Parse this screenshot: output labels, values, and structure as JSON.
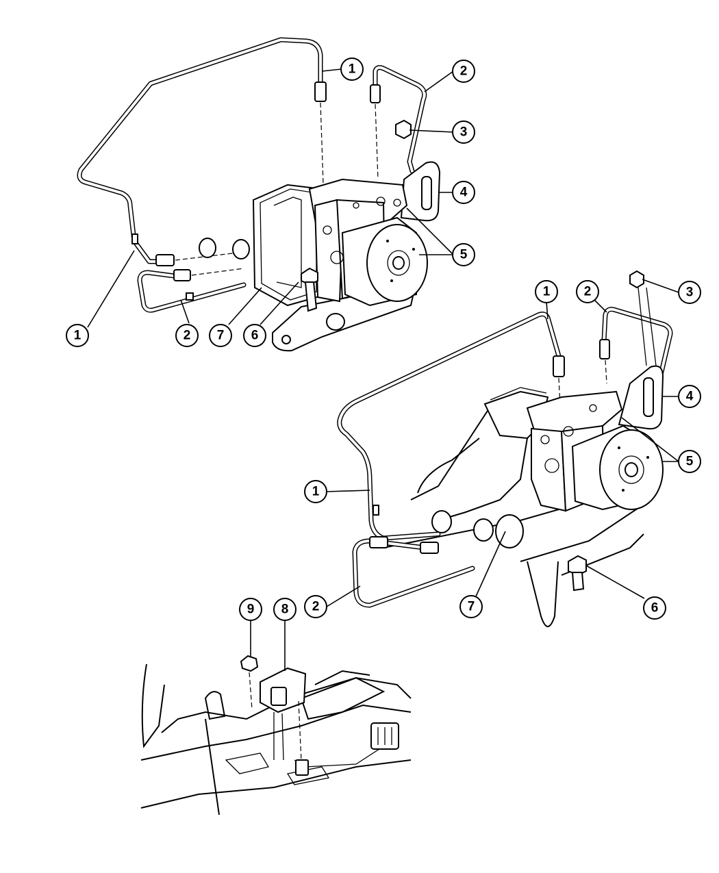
{
  "callouts": [
    {
      "label": "1"
    },
    {
      "label": "2"
    },
    {
      "label": "3"
    },
    {
      "label": "4"
    },
    {
      "label": "5"
    },
    {
      "label": "1"
    },
    {
      "label": "2"
    },
    {
      "label": "7"
    },
    {
      "label": "6"
    },
    {
      "label": "1"
    },
    {
      "label": "2"
    },
    {
      "label": "3"
    },
    {
      "label": "4"
    },
    {
      "label": "5"
    },
    {
      "label": "1"
    },
    {
      "label": "2"
    },
    {
      "label": "7"
    },
    {
      "label": "6"
    },
    {
      "label": "9"
    },
    {
      "label": "8"
    }
  ]
}
